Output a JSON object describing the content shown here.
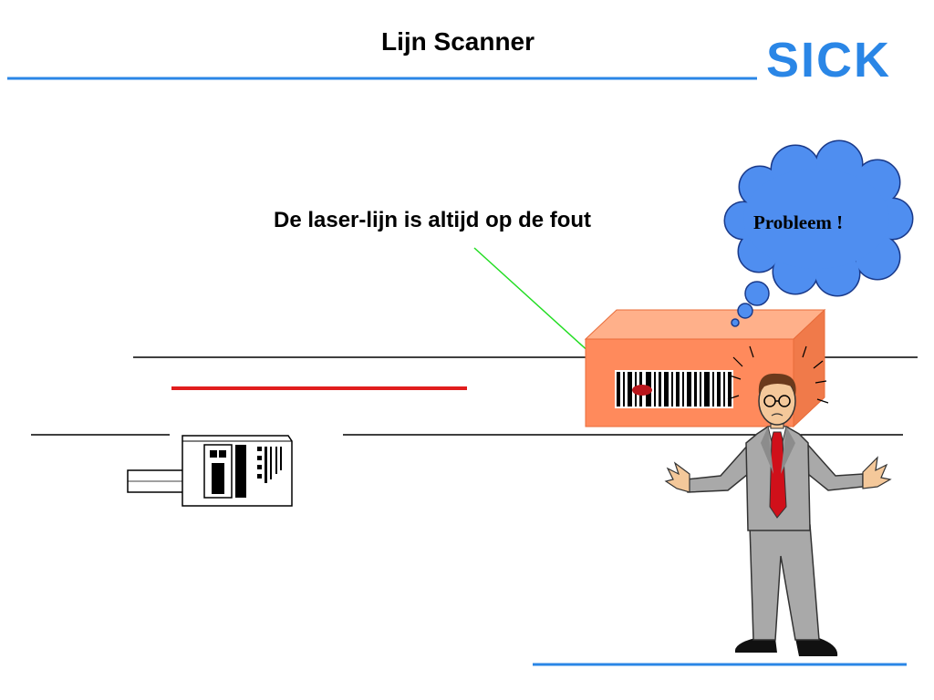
{
  "slide": {
    "title": "Lijn Scanner",
    "brand": "SICK",
    "caption": "De laser-lijn is altijd op de fout",
    "thought": "Probleem !"
  },
  "colors": {
    "accent_blue": "#2a86e6",
    "laser_red": "#e11d1d",
    "pointer_green": "#22dd22",
    "box_orange": "#ff8a5c",
    "cloud_blue": "#4f8ef0",
    "tie_red": "#d0101a",
    "suit_grey": "#a9a9a9"
  },
  "icons": {
    "logo": "sick-logo",
    "scanner": "barcode-scanner-icon",
    "box": "parcel-box",
    "person": "confused-man",
    "thought": "thought-bubble"
  }
}
